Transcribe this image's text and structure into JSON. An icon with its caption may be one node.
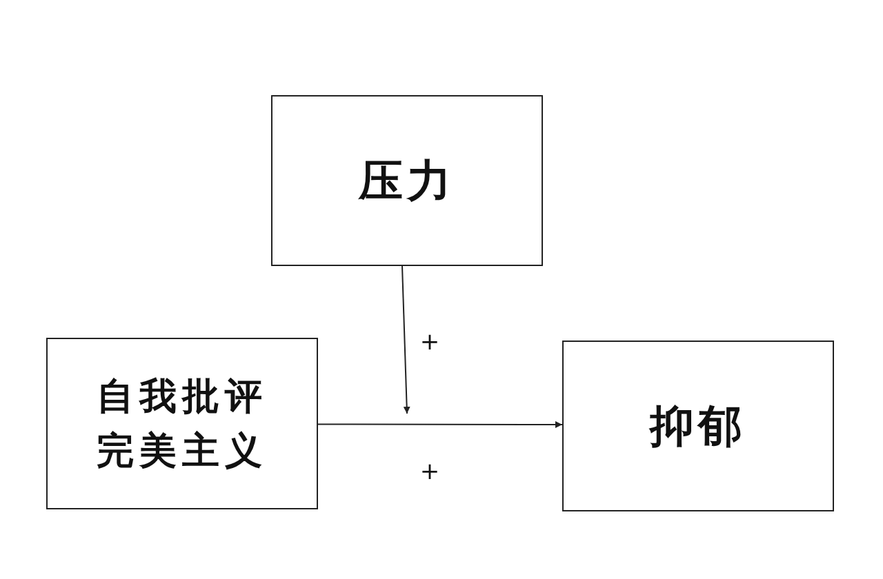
{
  "diagram": {
    "nodes": [
      {
        "text": [
          "压力"
        ]
      },
      {
        "text": [
          "自我批评完美主义"
        ]
      },
      {
        "text": [
          "抑郁"
        ]
      }
    ],
    "edges": [
      {
        "from": 0,
        "to": null,
        "arrow": "to",
        "label": "+"
      },
      {
        "from": 1,
        "to": 2,
        "arrow": "to",
        "label": "+"
      }
    ]
  }
}
